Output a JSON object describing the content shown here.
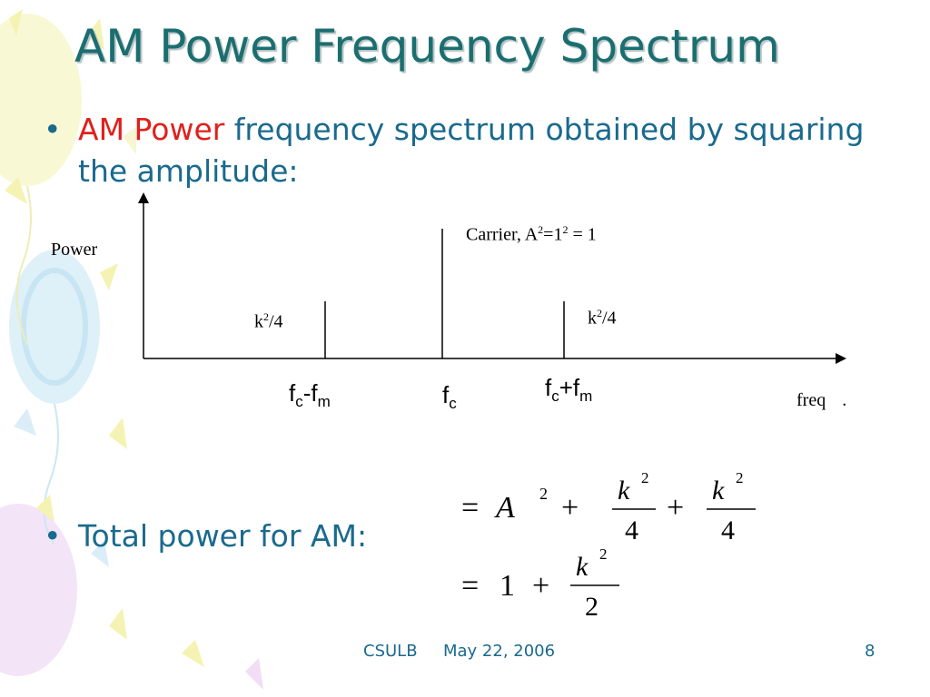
{
  "slide": {
    "title": "AM Power Frequency Spectrum",
    "bullet1": {
      "accent": "AM Power",
      "text": " frequency spectrum obtained by squaring the amplitude:"
    },
    "bullet2": "Total power for AM:"
  },
  "diagram": {
    "y_label": "Power",
    "x_label": "freq",
    "x_label_suffix": ".",
    "carrier_label_prefix": "Carrier, A",
    "carrier_label_mid": "=1",
    "carrier_label_end": " = 1",
    "superscript_2": "2",
    "sideband_k": "k",
    "sideband_rest": "/4",
    "ticks": {
      "f": "f",
      "c": "c",
      "m": "m",
      "minus": "-",
      "plus": "+"
    },
    "lines": [
      {
        "name": "lower-sideband",
        "relative_power": 0.25
      },
      {
        "name": "carrier",
        "relative_power": 1
      },
      {
        "name": "upper-sideband",
        "relative_power": 0.25
      }
    ]
  },
  "formula": {
    "line1": [
      "=",
      "A",
      "2",
      "+",
      "k",
      "2",
      "4",
      "+",
      "k",
      "2",
      "4"
    ],
    "line2": [
      "=",
      "1",
      "+",
      "k",
      "2",
      "2"
    ]
  },
  "footer": {
    "org": "CSULB",
    "date": "May 22, 2006",
    "page": "8"
  },
  "colors": {
    "title": "#1b6e70",
    "body_text": "#1a6a8e",
    "accent": "#e0201b",
    "balloon_yellow": "#f3f2a8",
    "balloon_blue": "#bfe3f3",
    "balloon_purple": "#e7c6ee"
  }
}
